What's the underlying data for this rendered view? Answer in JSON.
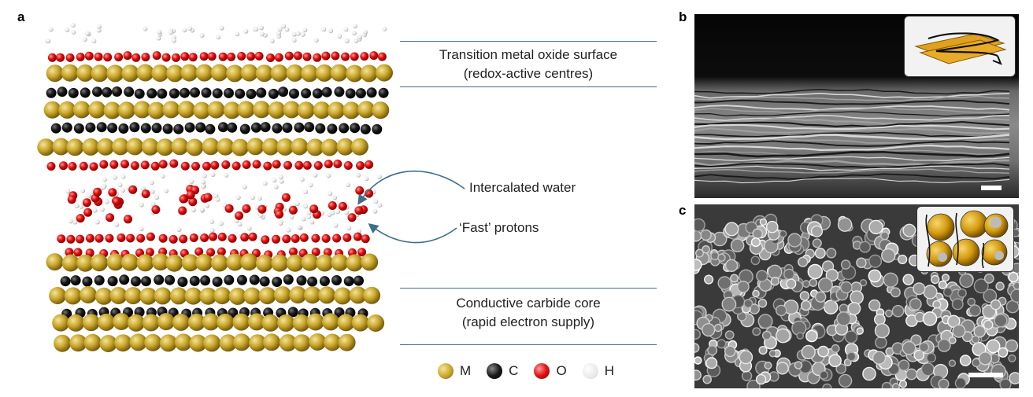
{
  "panels": {
    "a": "a",
    "b": "b",
    "c": "c"
  },
  "annotations": {
    "surface_line1": "Transition metal oxide surface",
    "surface_line2": "(redox-active centres)",
    "water": "Intercalated water",
    "protons": "‘Fast’ protons",
    "core_line1": "Conductive carbide core",
    "core_line2": "(rapid electron supply)"
  },
  "legend": [
    {
      "label": "M",
      "color": "#c8a62a"
    },
    {
      "label": "C",
      "color": "#111111"
    },
    {
      "label": "O",
      "color": "#e01010"
    },
    {
      "label": "H",
      "color": "#e8e8e8"
    }
  ],
  "colors": {
    "metal": "#c8a62a",
    "carbon": "#111111",
    "oxygen": "#e01010",
    "hydrogen": "#e6e6e6",
    "accent_line": "#3e6e8c"
  },
  "icons": {
    "inset_b": "layered-sheets-icon",
    "inset_c": "spheres-icon"
  }
}
